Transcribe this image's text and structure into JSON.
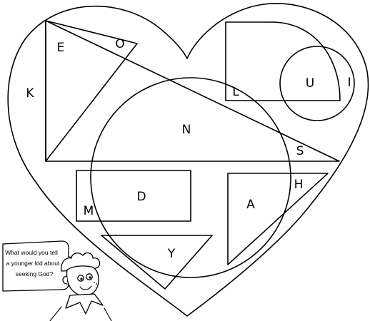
{
  "puzzle": {
    "letters": {
      "E": "E",
      "O": "O",
      "K": "K",
      "L": "L",
      "U": "U",
      "I": "I",
      "N": "N",
      "S": "S",
      "D": "D",
      "M": "M",
      "H": "H",
      "A": "A",
      "Y": "Y"
    }
  },
  "speech_bubble": {
    "line1": "What would you tell",
    "line2": "a younger kid about",
    "line3": "seeking God?"
  },
  "colors": {
    "ink": "#000000",
    "paper": "#ffffff"
  },
  "icons": {
    "character": "cartoon-boy-icon"
  }
}
